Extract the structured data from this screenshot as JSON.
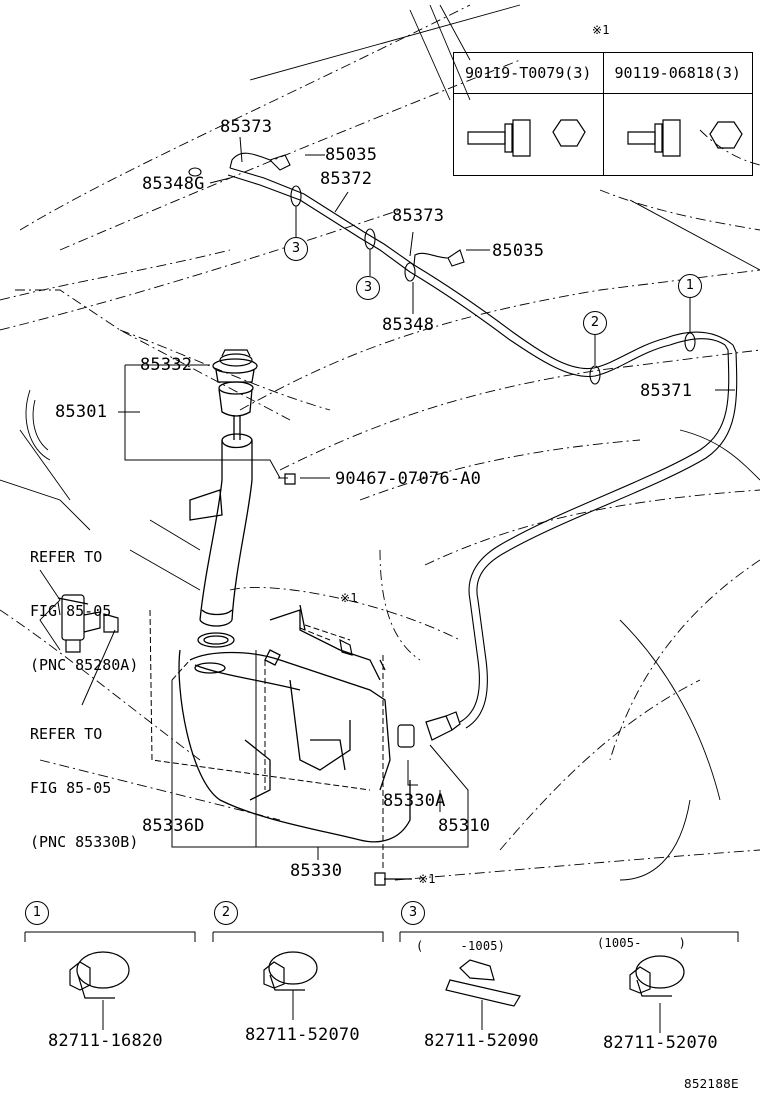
{
  "note_symbol": "※1",
  "fastener_table": {
    "col1": "90119-T0079(3)",
    "col2": "90119-06818(3)"
  },
  "parts": {
    "p85373_a": "85373",
    "p85035_a": "85035",
    "p85348G": "85348G",
    "p85372": "85372",
    "p85373_b": "85373",
    "p85035_b": "85035",
    "p85348": "85348",
    "p85371": "85371",
    "p85332": "85332",
    "p85301": "85301",
    "p90467": "90467-07076-A0",
    "p85330A": "85330A",
    "p85310": "85310",
    "p85336D": "85336D",
    "p85330": "85330"
  },
  "refer1": {
    "line1": "REFER TO",
    "line2": "FIG 85-05",
    "line3": "(PNC 85280A)"
  },
  "refer2": {
    "line1": "REFER TO",
    "line2": "FIG 85-05",
    "line3": "(PNC 85330B)"
  },
  "callouts": {
    "c1": "1",
    "c2": "2",
    "c3": "3"
  },
  "clamp_groups": {
    "g1_num": "1",
    "g1_part": "82711-16820",
    "g2_num": "2",
    "g2_part": "82711-52070",
    "g3_num": "3",
    "g3_left_range": "(     -1005)",
    "g3_left_part": "82711-52090",
    "g3_right_range": "(1005-     )",
    "g3_right_part": "82711-52070"
  },
  "figure_id": "852188E"
}
